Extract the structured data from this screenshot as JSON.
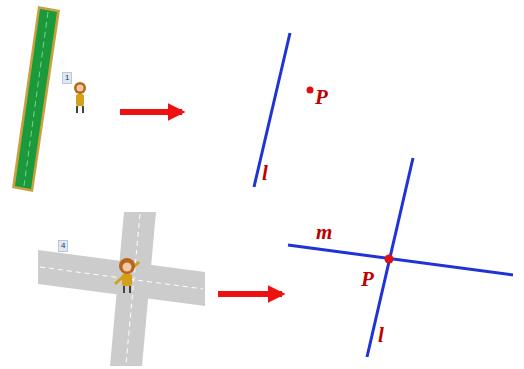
{
  "diagram": {
    "labels": [
      "1",
      "P",
      "l",
      "4",
      "m",
      "P",
      "l"
    ]
  }
}
